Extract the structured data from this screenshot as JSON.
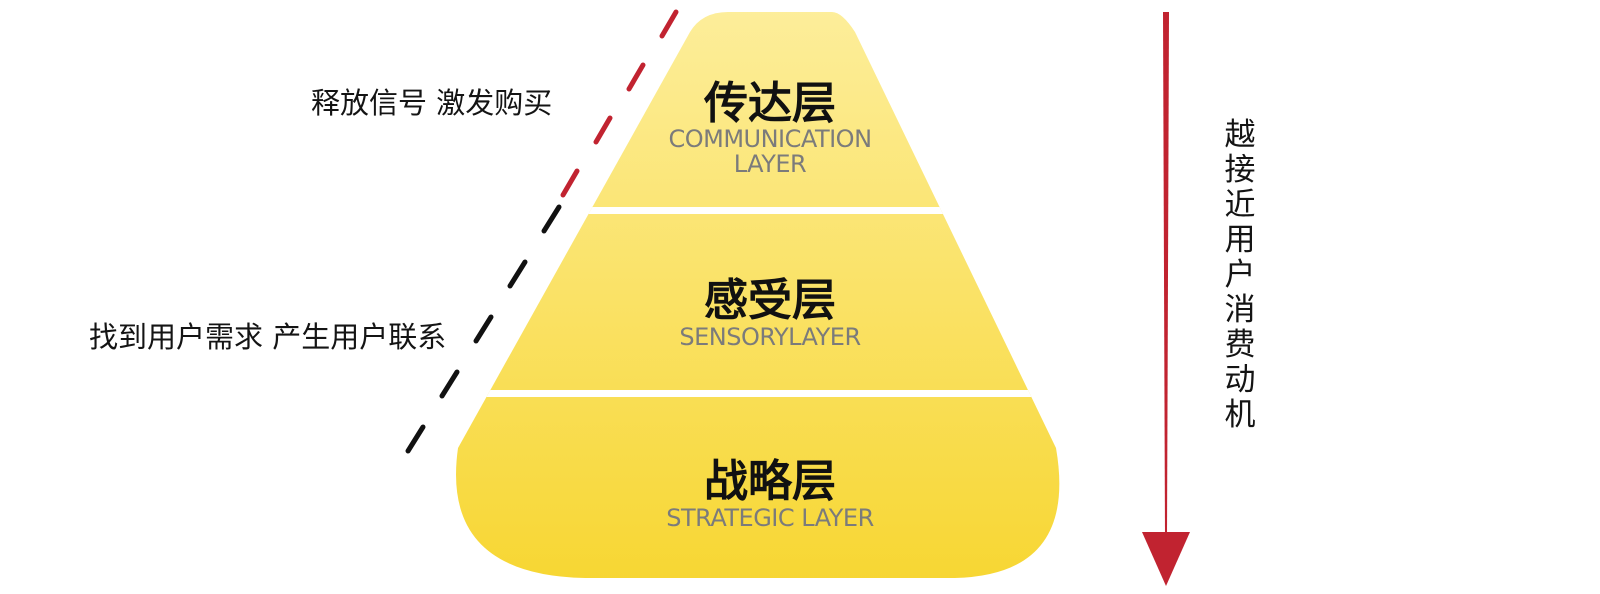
{
  "layers": [
    {
      "title": "传达层",
      "subtitle": "COMMUNICATION LAYER"
    },
    {
      "title": "感受层",
      "subtitle": "SENSORYLAYER"
    },
    {
      "title": "战略层",
      "subtitle": "STRATEGIC LAYER"
    }
  ],
  "left_labels": {
    "top": "释放信号 激发购买",
    "middle": "找到用户需求 产生用户联系"
  },
  "right_label": "越接近用户消费动机",
  "colors": {
    "pyramid_top": "#fdee9c",
    "pyramid_bottom": "#f7d631",
    "arrow": "#c12330",
    "dash_red": "#c12330",
    "dash_black": "#111111",
    "subtitle_gray": "#7b7b7b"
  }
}
